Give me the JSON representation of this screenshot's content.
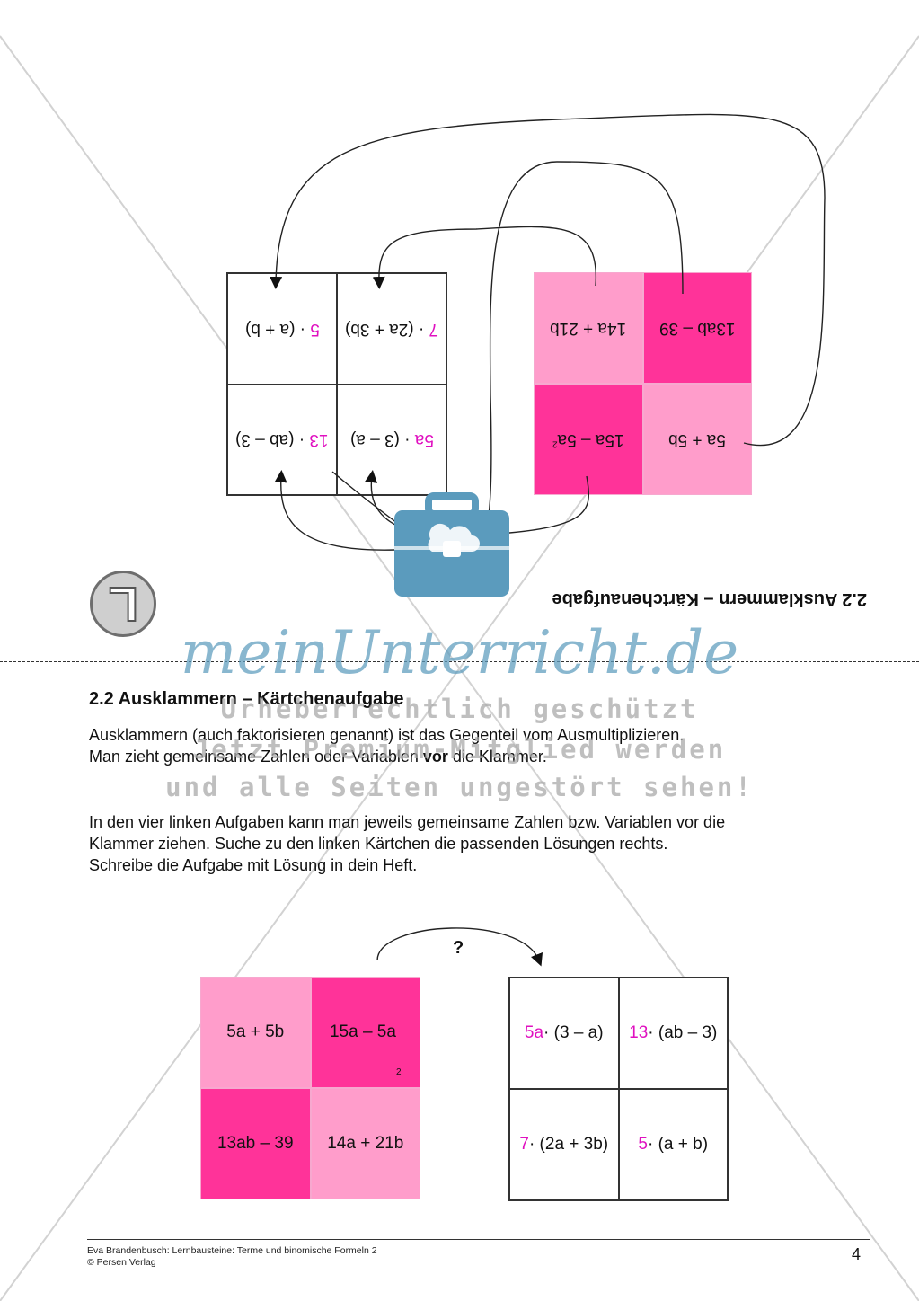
{
  "heading": "2.2 Ausklammern – Kärtchenaufgabe",
  "intro": [
    "Ausklammern (auch faktorisieren genannt) ist das Gegenteil vom Ausmultiplizieren.",
    "Man zieht gemeinsame Zahlen oder Variablen ",
    "vor",
    " die Klammer."
  ],
  "task": [
    "In den vier linken Aufgaben kann man jeweils gemeinsame Zahlen bzw. Variablen vor die",
    "Klammer ziehen. Suche zu den linken Kärtchen die passenden Lösungen rechts.",
    "Schreibe die Aufgabe mit Lösung in dein Heft."
  ],
  "question_mark": "?",
  "tasks": [
    {
      "text": "5a + 5b",
      "sup": "",
      "shade": "light"
    },
    {
      "text": "15a – 5a",
      "sup": "2",
      "shade": "dark"
    },
    {
      "text": "13ab – 39",
      "sup": "",
      "shade": "dark"
    },
    {
      "text": "14a + 21b",
      "sup": "",
      "shade": "light"
    }
  ],
  "solutions": [
    {
      "factor": "5a",
      "rest": " · (3 – a)"
    },
    {
      "factor": "13",
      "rest": " · (ab – 3)"
    },
    {
      "factor": "7",
      "rest": " · (2a + 3b)"
    },
    {
      "factor": "5",
      "rest": " · (a + b)"
    }
  ],
  "rotated_solutions": [
    {
      "factor": "5",
      "rest": " · (a + b)"
    },
    {
      "factor": "7",
      "rest": " · (2a + 3b)"
    },
    {
      "factor": "13",
      "rest": " · (ab – 3)"
    },
    {
      "factor": "5a",
      "rest": " · (3 – a)"
    }
  ],
  "rotated_tasks": [
    {
      "text": "14a + 21b",
      "sup": "",
      "shade": "light"
    },
    {
      "text": "13ab – 39",
      "sup": "",
      "shade": "dark"
    },
    {
      "text": "15a – 5a",
      "sup": "2",
      "shade": "dark"
    },
    {
      "text": "5a + 5b",
      "sup": "",
      "shade": "light"
    }
  ],
  "badge_letter": "L",
  "watermark": {
    "logo": "meinUnterricht.de",
    "lines": [
      "Urheberrechtlich geschützt",
      "Jetzt Premium-Mitglied werden",
      "und alle Seiten ungestört sehen!"
    ]
  },
  "footer": {
    "line1": "Eva Brandenbusch: Lernbausteine: Terme und binomische Formeln 2",
    "line2": "© Persen Verlag",
    "page": "4"
  },
  "colors": {
    "light_pink": "#ff9dcb",
    "dark_pink": "#ff3399",
    "magenta": "#e010c0",
    "briefcase": "#5b9bbd"
  }
}
